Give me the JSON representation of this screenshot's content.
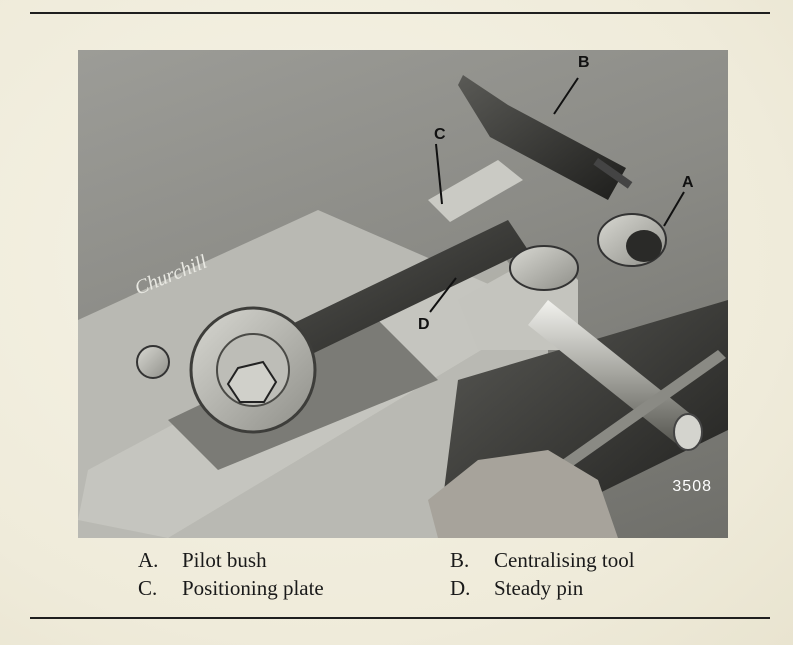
{
  "figure": {
    "number": "3508",
    "bench_logo": "Churchill",
    "callouts": [
      {
        "letter": "A"
      },
      {
        "letter": "B"
      },
      {
        "letter": "C"
      },
      {
        "letter": "D"
      }
    ]
  },
  "captions": [
    {
      "letter": "A.",
      "text": "Pilot bush"
    },
    {
      "letter": "B.",
      "text": "Centralising tool"
    },
    {
      "letter": "C.",
      "text": "Positioning plate"
    },
    {
      "letter": "D.",
      "text": "Steady pin"
    }
  ]
}
